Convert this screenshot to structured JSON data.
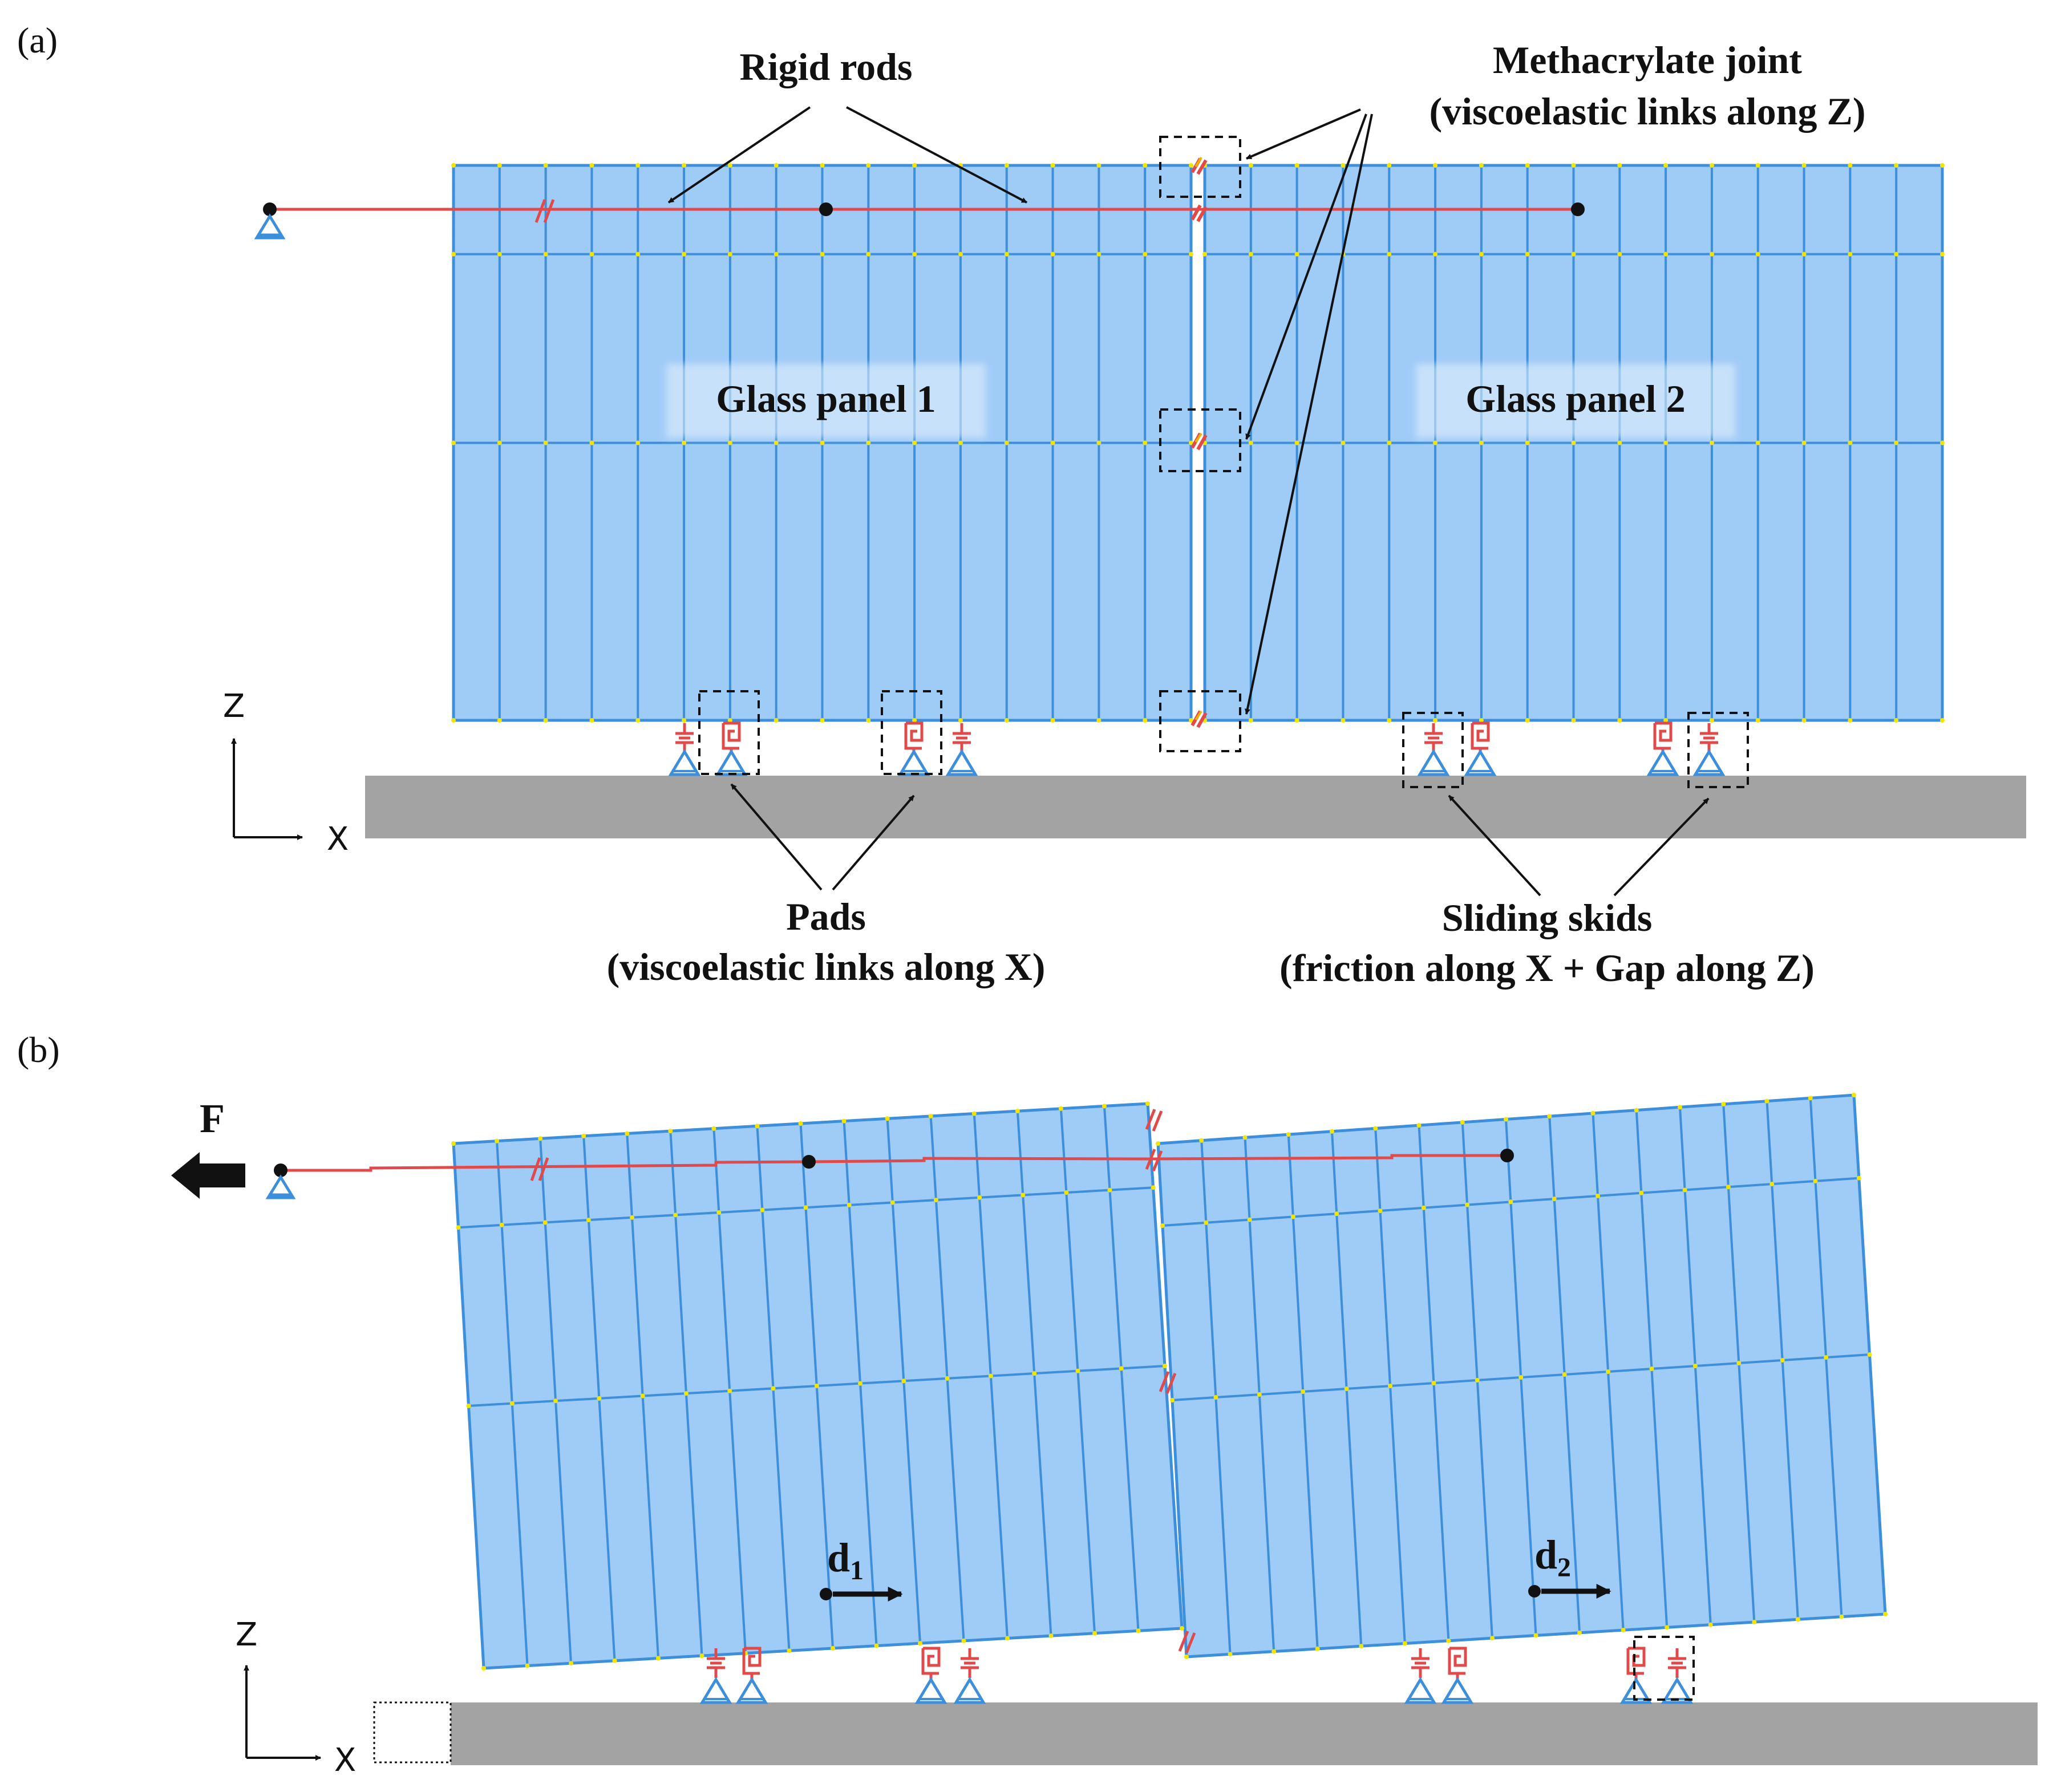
{
  "panel_a": {
    "tag": "(a)",
    "rigid_rods": "Rigid rods",
    "joint_title": "Methacrylate joint",
    "joint_sub": "(viscoelastic links along Z)",
    "glass1": "Glass panel 1",
    "glass2": "Glass panel 2",
    "pads_title": "Pads",
    "pads_sub": "(viscoelastic links along X)",
    "skids_title": "Sliding skids",
    "skids_sub": "(friction along X + Gap along Z)",
    "axis_z": "Z",
    "axis_x": "X"
  },
  "panel_b": {
    "tag": "(b)",
    "force": "F",
    "d1_main": "d",
    "d1_sub": "1",
    "d2_main": "d",
    "d2_sub": "2",
    "axis_z": "Z",
    "axis_x": "X"
  },
  "colors": {
    "glass_fill": "#9fcbf7",
    "mesh_line": "#3d8fdc",
    "rod": "#e14a4a",
    "node": "#f2e600",
    "ground": "#a3a3a3",
    "support": "#3d8fdc"
  }
}
